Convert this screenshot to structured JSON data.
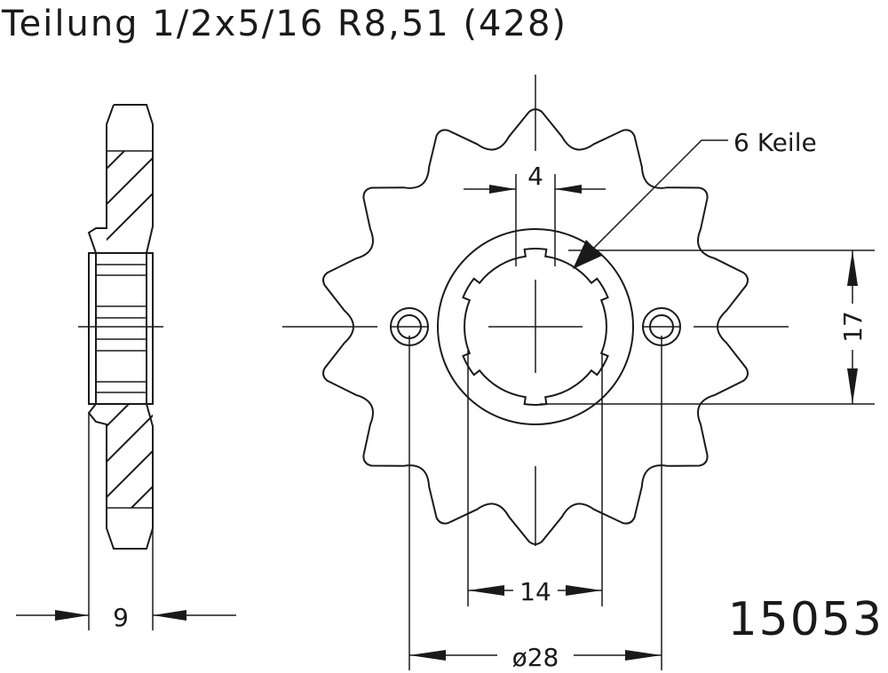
{
  "title": "Teilung 1/2x5/16 R8,51 (428)",
  "splines_label": "6 Keile",
  "dimensions": {
    "spline_width": "4",
    "hub_height": "17",
    "thickness": "9",
    "bolt_spacing": "14",
    "bolt_circle": "ø28"
  },
  "part_number": "15053",
  "colors": {
    "line": "#1a1a1a",
    "background": "#ffffff"
  }
}
